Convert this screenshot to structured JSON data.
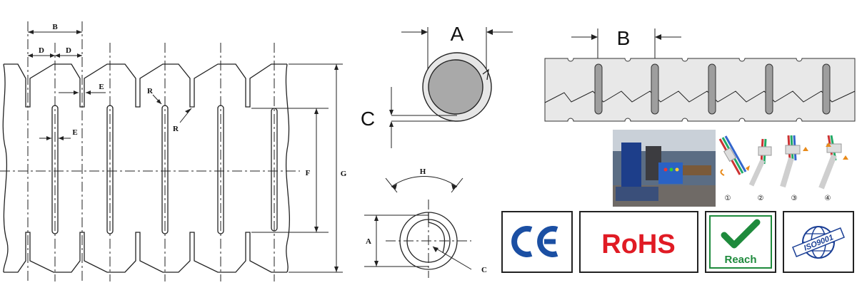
{
  "left_drawing": {
    "labels": {
      "B": "B",
      "D1": "D",
      "D2": "D",
      "E1": "E",
      "E2": "E",
      "R1": "R",
      "R2": "R",
      "F": "F",
      "G": "G"
    }
  },
  "ring_drawing": {
    "labels": {
      "A": "A",
      "C": "C"
    }
  },
  "ring_section": {
    "labels": {
      "H": "H",
      "A": "A",
      "C": "C"
    }
  },
  "strip_drawing": {
    "labels": {
      "B": "B"
    }
  },
  "step_photos": {
    "steps": [
      "①",
      "②",
      "③",
      "④"
    ]
  },
  "badges": {
    "ce": "CE",
    "rohs": "RoHS",
    "reach": "Reach",
    "iso": "ISO9001",
    "colors": {
      "ce": "#1b4fa3",
      "rohs": "#e01b24",
      "reach": "#1e8a3c",
      "iso": "#1b3f95"
    }
  }
}
